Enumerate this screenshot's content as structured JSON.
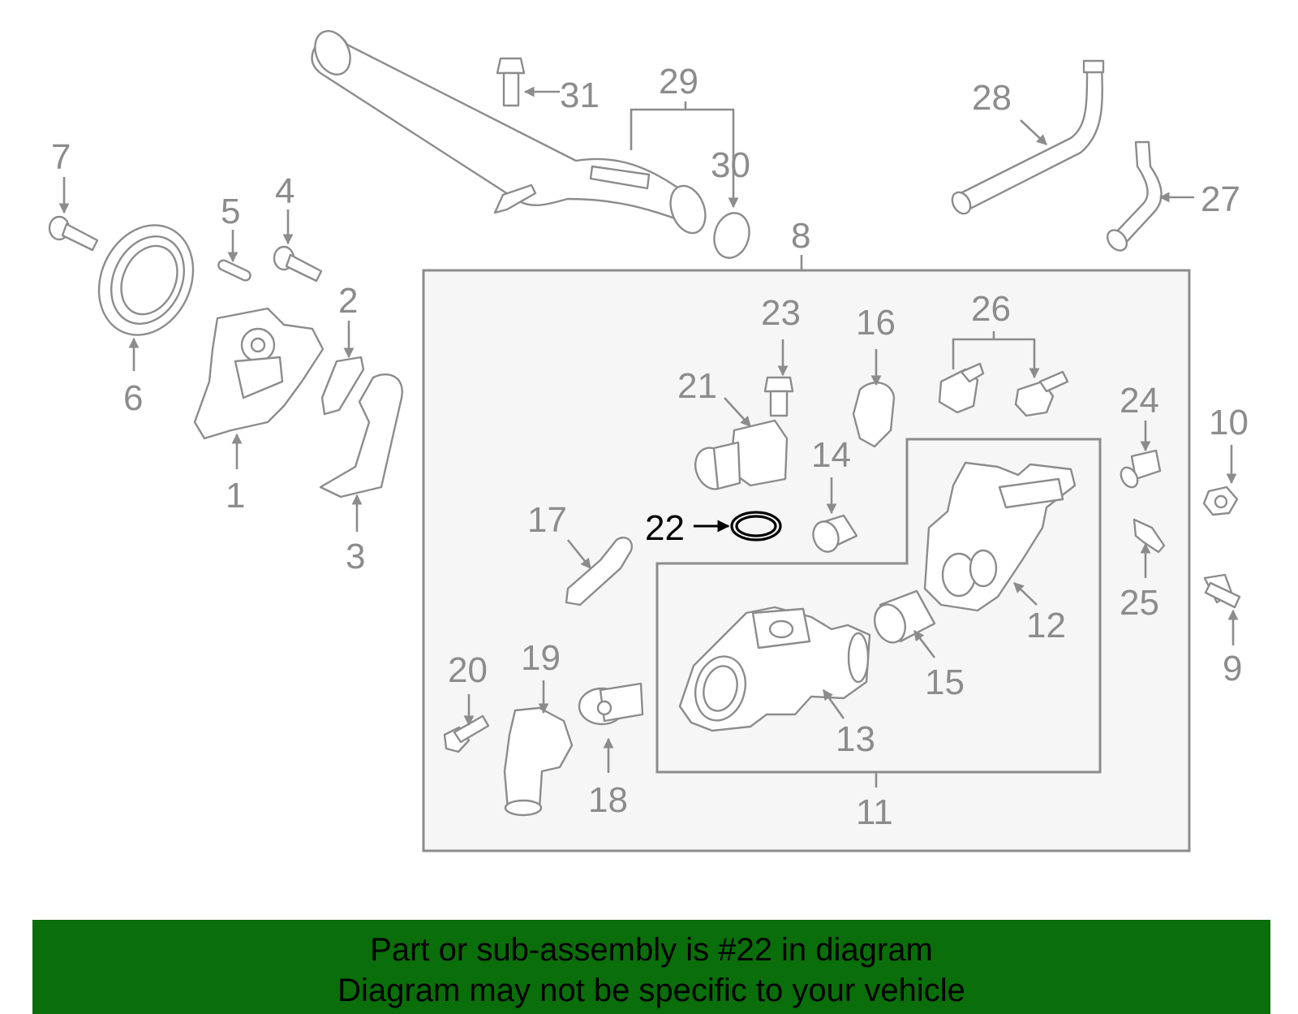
{
  "diagram": {
    "highlighted_part": "22",
    "highlight_color": "#000000",
    "part_color": "#8c8c8c",
    "callouts": [
      "1",
      "2",
      "3",
      "4",
      "5",
      "6",
      "7",
      "8",
      "9",
      "10",
      "11",
      "12",
      "13",
      "14",
      "15",
      "16",
      "17",
      "18",
      "19",
      "20",
      "21",
      "22",
      "23",
      "24",
      "25",
      "26",
      "27",
      "28",
      "29",
      "30",
      "31"
    ]
  },
  "banner": {
    "background": "#0a6e0a",
    "line1": "Part or sub-assembly is #22 in diagram",
    "line2": "Diagram may not be specific to your vehicle"
  }
}
